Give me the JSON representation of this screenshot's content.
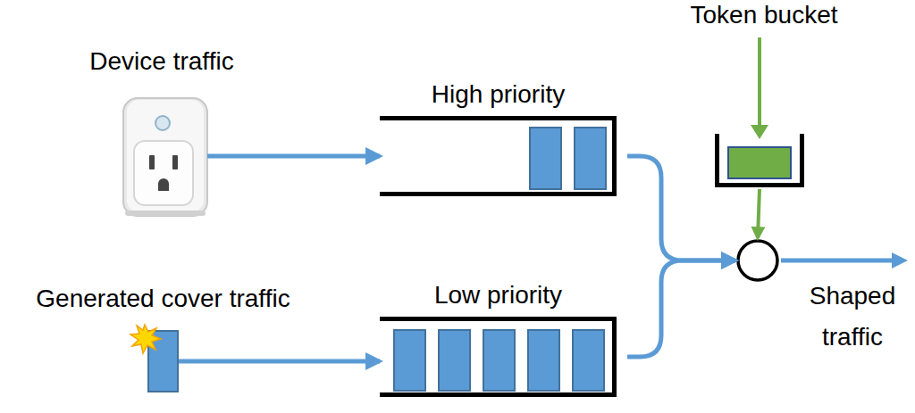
{
  "diagram": {
    "nodes": [
      {
        "text": [
          "Device traffic"
        ]
      },
      {
        "text": [
          "High priority"
        ]
      },
      {
        "text": [
          "Generated cover traffic"
        ]
      },
      {
        "text": [
          "Low priority"
        ]
      },
      {
        "text": [
          "Token bucket"
        ]
      },
      {
        "text": [
          "Shaped traffic"
        ]
      }
    ],
    "edges": [
      {
        "from": 0,
        "to": 1,
        "arrow": "to"
      },
      {
        "from": 2,
        "to": 3,
        "arrow": "to"
      },
      {
        "from": 1,
        "to": 5,
        "arrow": "to"
      },
      {
        "from": 3,
        "to": 5,
        "arrow": "to"
      },
      {
        "from": 4,
        "to": 5,
        "arrow": "to"
      }
    ]
  }
}
